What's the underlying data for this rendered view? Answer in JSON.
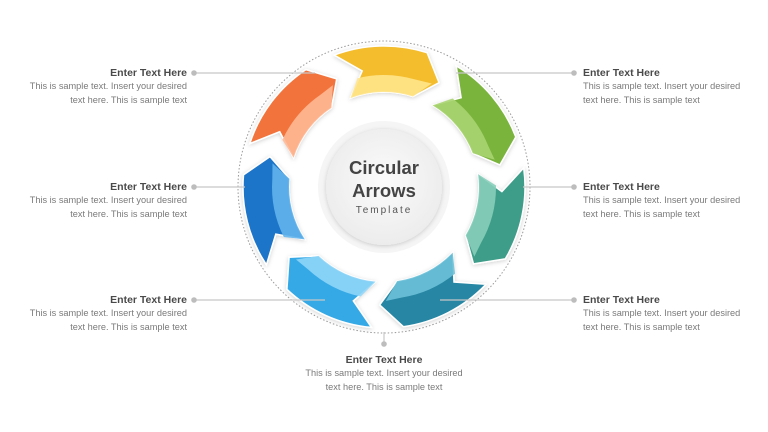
{
  "center": {
    "title_line1": "Circular",
    "title_line2": "Arrows",
    "subtitle": "Template"
  },
  "segments": [
    {
      "name": "blue",
      "color": "#1f75c8",
      "inner": "#62b4ec"
    },
    {
      "name": "orange",
      "color": "#f2733a",
      "inner": "#ffb996"
    },
    {
      "name": "yellow",
      "color": "#f4bd2f",
      "inner": "#ffe48a"
    },
    {
      "name": "green",
      "color": "#7ab43c",
      "inner": "#a9d470"
    },
    {
      "name": "teal",
      "color": "#3e9d88",
      "inner": "#87ceba"
    },
    {
      "name": "dark-teal",
      "color": "#2586a3",
      "inner": "#6cc1d8"
    },
    {
      "name": "light-blue",
      "color": "#35a9e6",
      "inner": "#8fd5f7"
    }
  ],
  "labels": {
    "left_top": {
      "title": "Enter Text Here",
      "line1": "This is sample text. Insert your desired",
      "line2": "text here. This is sample text"
    },
    "left_mid": {
      "title": "Enter Text Here",
      "line1": "This is sample text. Insert your desired",
      "line2": "text here. This is sample text"
    },
    "left_bottom": {
      "title": "Enter Text Here",
      "line1": "This is sample text. Insert your desired",
      "line2": "text here. This is sample text"
    },
    "right_top": {
      "title": "Enter Text Here",
      "line1": "This is sample text. Insert your desired",
      "line2": "text here. This is sample text"
    },
    "right_mid": {
      "title": "Enter Text Here",
      "line1": "This is sample text. Insert your desired",
      "line2": "text here. This is sample text"
    },
    "right_bottom": {
      "title": "Enter Text Here",
      "line1": "This is sample text. Insert your desired",
      "line2": "text here. This is sample text"
    },
    "bottom": {
      "title": "Enter Text Here",
      "line1": "This is sample text. Insert your desired",
      "line2": "text here. This is sample text"
    }
  },
  "colors": {
    "connector": "#c8c8c8",
    "dot": "#bdbdbd",
    "ring_outline": "#9a9a9a",
    "inner_circle": "#f1f1f1"
  }
}
